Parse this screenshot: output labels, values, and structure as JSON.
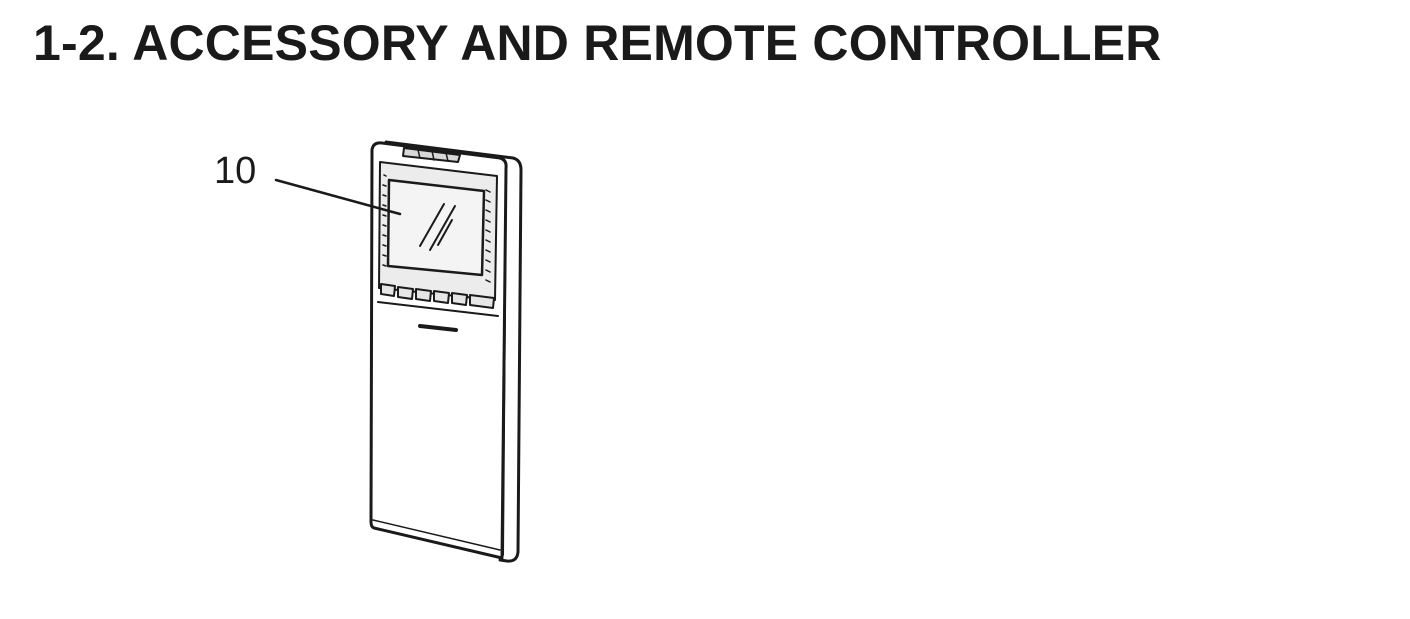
{
  "document": {
    "section_title": "1-2. ACCESSORY AND REMOTE CONTROLLER"
  },
  "figure": {
    "subject": "remote-controller",
    "callouts": [
      {
        "number": "10",
        "target": "display-screen"
      }
    ],
    "colors": {
      "line": "#1a1a1a",
      "body_fill": "#ffffff",
      "screen_fill": "#f0f0f0"
    }
  }
}
